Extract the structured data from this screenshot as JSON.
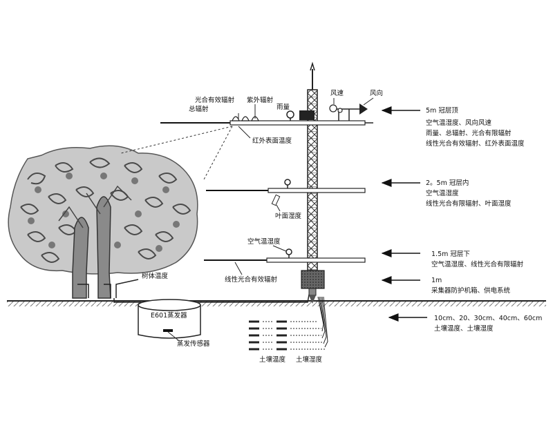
{
  "labels": {
    "par_top": "光合有效辐射",
    "total_rad": "总辐射",
    "uv_rad": "紫外辐射",
    "rain": "雨量",
    "wind_speed": "风速",
    "wind_dir": "风向",
    "ir_surface_temp": "红外表面温度",
    "leaf_wetness": "叶面湿度",
    "air_temp_hum": "空气温湿度",
    "linear_par": "线性光合有效辐射",
    "trunk_temp": "树体温度",
    "evaporator": "E601蒸发器",
    "evap_sensor": "蒸发传感器",
    "soil_temp": "土壤温度",
    "soil_moist": "土壤湿度"
  },
  "levels": [
    {
      "title": "5m 冠层顶",
      "lines": [
        "空气温湿度、风向风速",
        "雨量、总辐射、光合有限辐射",
        "线性光合有效辐射、红外表面温度"
      ]
    },
    {
      "title": "2。5m 冠层内",
      "lines": [
        "空气温湿度",
        "线性光合有限辐射、叶面湿度"
      ]
    },
    {
      "title": "1.5m 冠层下",
      "lines": [
        "空气温湿度、线性光合有限辐射"
      ]
    },
    {
      "title": "1m",
      "lines": [
        "采集器防护机箱、供电系统"
      ]
    },
    {
      "title": "10cm、20、30cm、40cm、60cm",
      "lines": [
        "土壤温度、土壤湿度"
      ]
    }
  ]
}
